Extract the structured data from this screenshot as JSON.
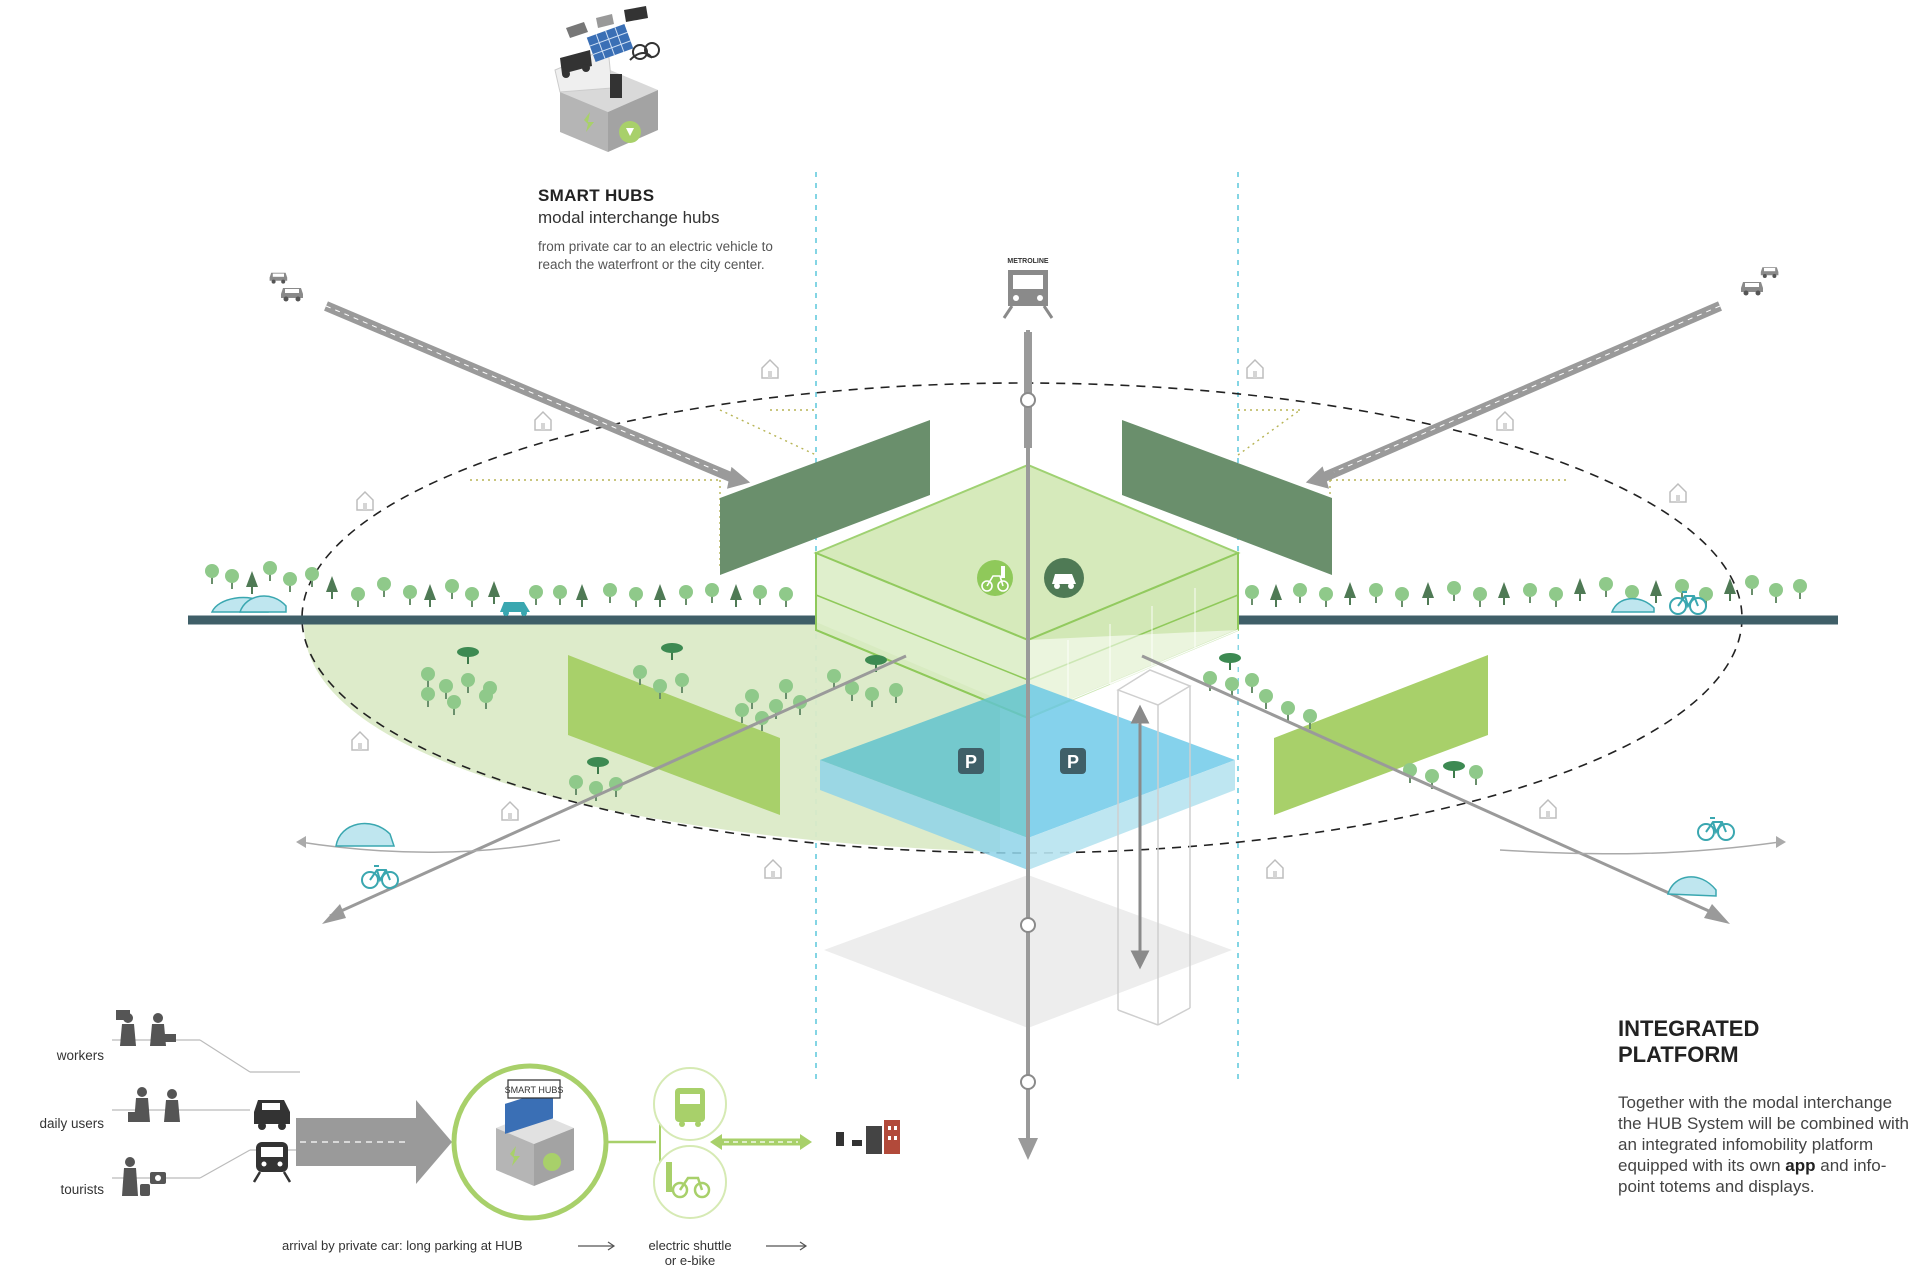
{
  "smart_hubs": {
    "title": "SMART HUBS",
    "subtitle": "modal interchange hubs",
    "description": "from private car to an electric vehicle to reach the waterfront or the city center."
  },
  "platform": {
    "title_line1": "INTEGRATED",
    "title_line2": "PLATFORM",
    "description_before": "Together with the modal interchange the HUB System will be combined with an integrated infomobility platform equipped with its own ",
    "description_bold": "app",
    "description_after": " and info-point totems and displays."
  },
  "metro_label": "METROLINE",
  "parking_label": "P",
  "hub_box_label": "SMART HUBS",
  "users": [
    {
      "label": "workers",
      "icon": "workers-icon"
    },
    {
      "label": "daily users",
      "icon": "daily-users-icon"
    },
    {
      "label": "tourists",
      "icon": "tourists-icon"
    }
  ],
  "flow": {
    "arrival_label": "arrival by private car: long parking at HUB",
    "shuttle_label_line1": "electric shuttle",
    "shuttle_label_line2": "or e-bike"
  },
  "icons": [
    "car-icon",
    "train-icon",
    "bus-icon",
    "bike-icon",
    "e-car-icon",
    "e-bike-icon",
    "house-icon",
    "tree-icon",
    "charging-station-icon",
    "solar-panel-icon",
    "recycle-icon"
  ],
  "colors": {
    "green_dark": "#6a8f6c",
    "green_light": "#a8d06a",
    "green_pale": "#dbeac7",
    "blue_parking": "#5cc3e6",
    "ground_line": "#3f5f68",
    "arrow_grey": "#9a9a9a",
    "cyan_dash": "#5bc7dc"
  }
}
